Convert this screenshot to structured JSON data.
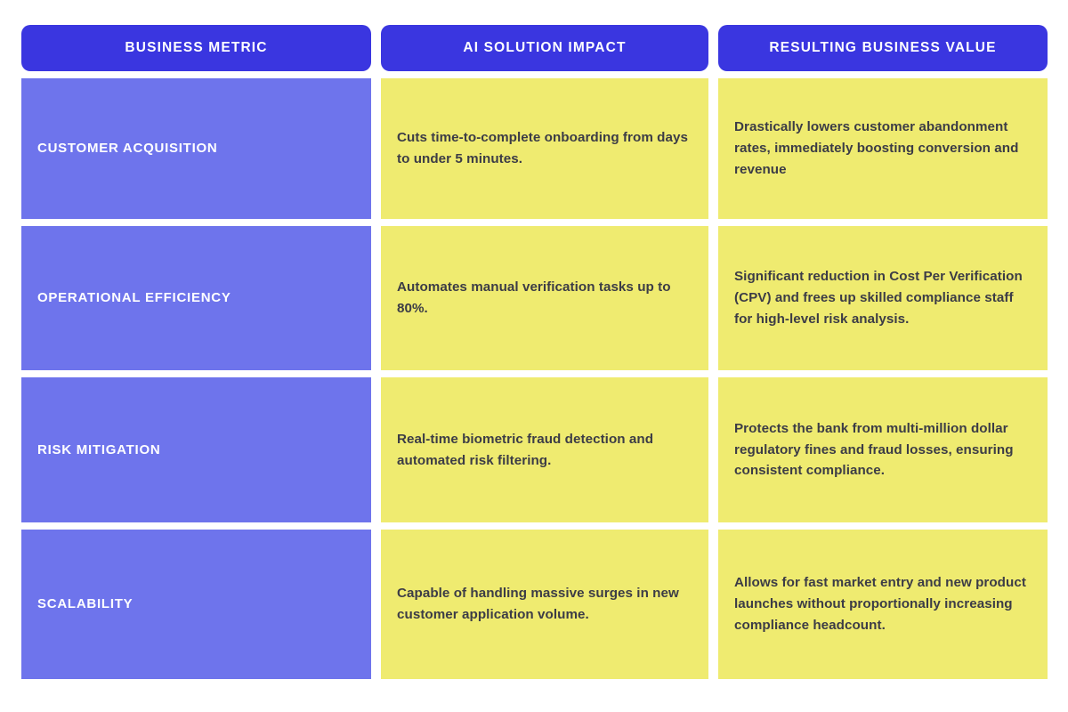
{
  "colors": {
    "page_background": "#ffffff",
    "header_fill": "#3a36e0",
    "header_text": "#ffffff",
    "metric_fill": "#6e74ec",
    "metric_text": "#ffffff",
    "value_fill": "#efeb70",
    "value_text": "#3c3c46"
  },
  "table": {
    "headers": [
      "BUSINESS METRIC",
      "AI SOLUTION IMPACT",
      "RESULTING BUSINESS VALUE"
    ],
    "rows": [
      {
        "metric": "CUSTOMER ACQUISITION",
        "impact": "Cuts time-to-complete onboarding from days to under 5 minutes.",
        "value": "Drastically lowers customer abandonment rates, immediately boosting conversion and revenue"
      },
      {
        "metric": "OPERATIONAL EFFICIENCY",
        "impact": "Automates manual verification tasks up to 80%.",
        "value": "Significant reduction in Cost Per Verification (CPV) and frees up skilled compliance staff for high-level risk analysis."
      },
      {
        "metric": "RISK MITIGATION",
        "impact": "Real-time biometric fraud detection and automated risk filtering.",
        "value": "Protects the bank from multi-million dollar regulatory fines and fraud losses, ensuring consistent compliance."
      },
      {
        "metric": "SCALABILITY",
        "impact": "Capable of handling massive surges in new customer application volume.",
        "value": "Allows for fast market entry and new product launches without proportionally increasing compliance headcount."
      }
    ]
  }
}
